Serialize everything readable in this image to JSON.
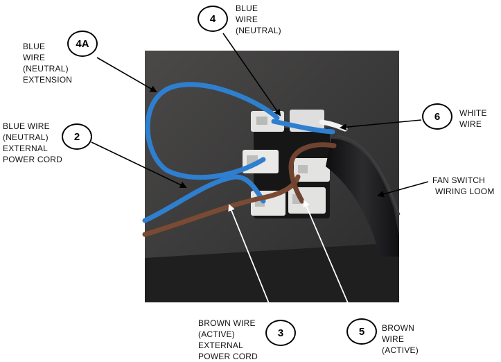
{
  "callouts": [
    {
      "id": "4A",
      "lines": [
        "BLUE",
        "WIRE",
        "(NEUTRAL)",
        "EXTENSION"
      ]
    },
    {
      "id": "2",
      "lines": [
        "BLUE WIRE",
        "(NEUTRAL)",
        "EXTERNAL",
        "POWER CORD"
      ]
    },
    {
      "id": "4",
      "lines": [
        "BLUE",
        "WIRE",
        "(NEUTRAL)"
      ]
    },
    {
      "id": "6",
      "lines": [
        "WHITE",
        "WIRE"
      ]
    },
    {
      "id": "3",
      "lines": [
        "BROWN WIRE",
        "(ACTIVE)",
        "EXTERNAL",
        "POWER CORD"
      ]
    },
    {
      "id": "5",
      "lines": [
        "BROWN",
        "WIRE",
        "(ACTIVE)"
      ]
    }
  ],
  "loom_label": [
    "FAN SWITCH",
    "WIRING LOOM"
  ],
  "colors": {
    "background_photo": "#3a3939",
    "blue_wire": "#2f7fd0",
    "brown_wire": "#7a4a33",
    "loom": "#1c1c1e",
    "terminal": "#e6e6e4"
  }
}
